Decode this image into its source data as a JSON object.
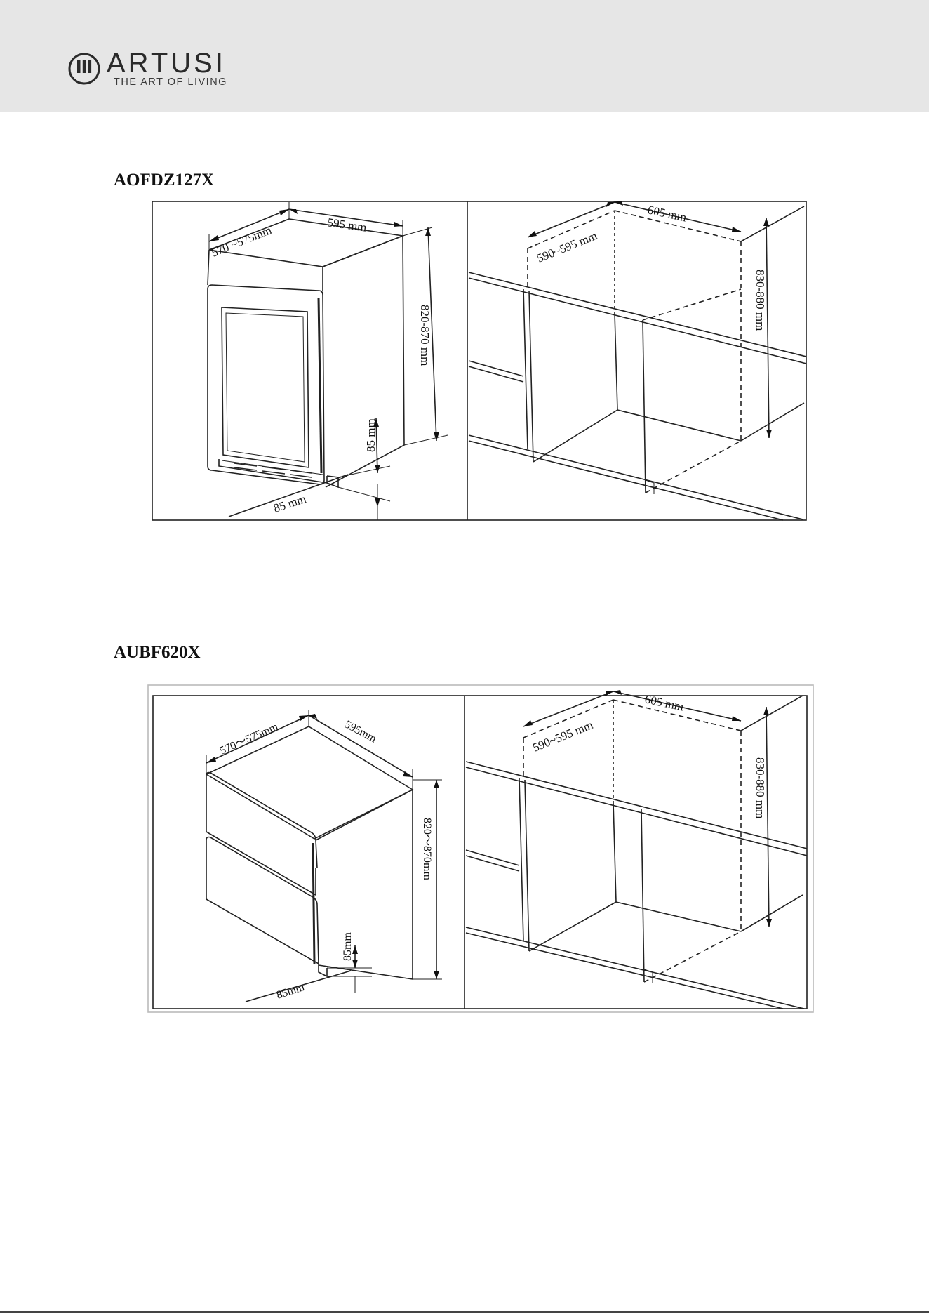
{
  "brand": {
    "name": "ARTUSI",
    "tagline": "THE ART OF LIVING",
    "logo_icon": "artusi-logo-icon"
  },
  "sections": [
    {
      "model": "AOFDZ127X",
      "appliance": {
        "depth": "570 ~575mm",
        "width": "595 mm",
        "height": "820-870 mm",
        "plinth_height": "85 mm",
        "plinth_depth": "85 mm"
      },
      "cavity": {
        "depth": "590~595 mm",
        "width": "605 mm",
        "height": "830-880 mm"
      }
    },
    {
      "model": "AUBF620X",
      "appliance": {
        "depth": "570～575mm",
        "width": "595mm",
        "height": "820～870mm",
        "plinth_height": "85mm",
        "plinth_depth": "85mm"
      },
      "cavity": {
        "depth": "590~595 mm",
        "width": "605 mm",
        "height": "830-880 mm"
      }
    }
  ]
}
